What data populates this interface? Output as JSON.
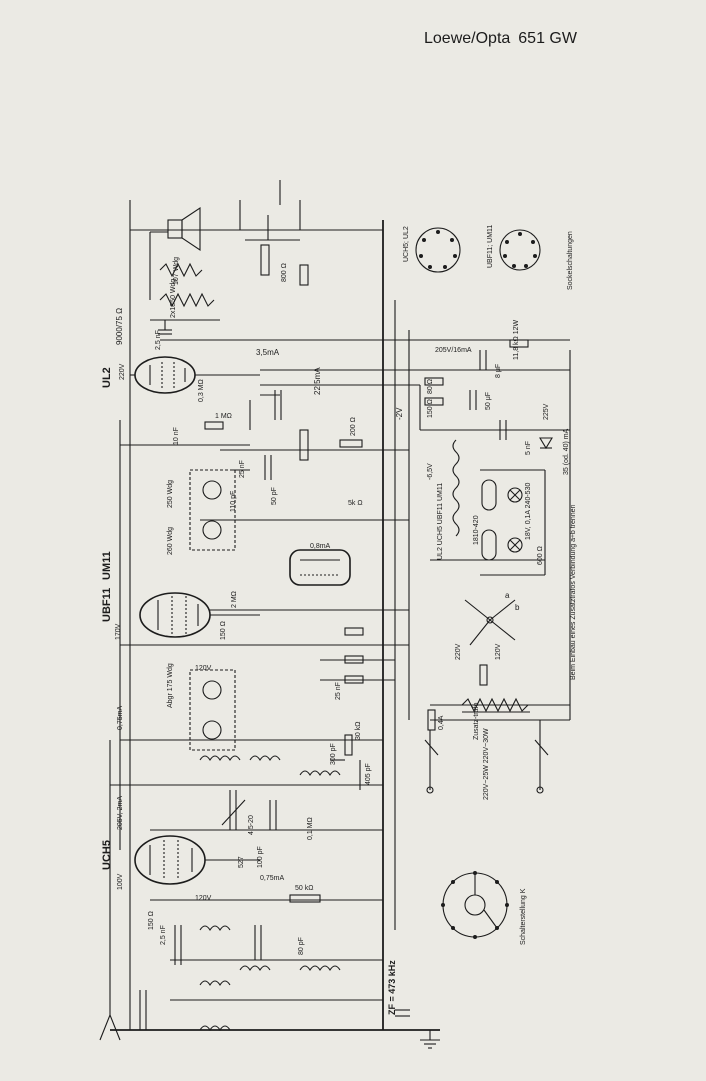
{
  "header": {
    "maker": "Loewe/Opta",
    "model": "651 GW"
  },
  "tubes": {
    "ul2": "UL2",
    "ubf11": "UBF11",
    "um11": "UM11",
    "uch5": "UCH5"
  },
  "labels": {
    "if_freq": "ZF = 473 kHz",
    "socket_title": "Sockelschaltungen",
    "socket_uch5_ul2": "UCH5; UL2",
    "socket_ubf11_um11": "UBF11; UM11",
    "switch_title": "Schalterstellung K",
    "transformer_note": "Beim Einbau eines Zusatztrafos Verbindung a÷b trennen",
    "zusatz_trafo": "Zusatz-trafo",
    "mains_info": "220V~25W  220V~30W",
    "filament_chain": "UL2 UCH5 UBF11 UM11",
    "dial_lamps": "18V, 0,1A  240-530",
    "lamp_range": "1810-420",
    "rectifier_note": "35 (od. 40) mA",
    "voltage_225": "225V",
    "voltage_220": "220V",
    "voltage_205": "205V, 2mA",
    "voltage_205b": "205V/16mA",
    "voltage_170": "170V",
    "voltage_120": "120V",
    "voltage_120b": "120V",
    "voltage_100": "100V",
    "voltage_neg2": "-2V",
    "voltage_neg65": "-6,5V",
    "current_35": "3,5mA",
    "current_225": "22,5mA",
    "current_08": "0,8mA",
    "current_075": "0,75mA",
    "current_075b": "0,75mA",
    "r_9000": "9000/75 Ω",
    "r_107": "107 Wdg",
    "r_2x1850": "2x1850 Wdg",
    "r_118k": "11,8 kΩ 12W",
    "r_800": "800 Ω",
    "r_150": "150 Ω",
    "r_80": "80 Ω",
    "r_600": "600 Ω",
    "r_5k": "5k Ω",
    "r_200": "200 Ω",
    "r_1m": "1 MΩ",
    "r_03m": "0,3 MΩ",
    "r_2m": "2 MΩ",
    "r_01m": "0,1 MΩ",
    "r_50k": "50 kΩ",
    "r_30k": "30 kΩ",
    "r_150b": "150 Ω",
    "c_25nf": "2,5 nF",
    "c_10nf": "10 nF",
    "c_25nf2": "25 nF",
    "c_50pf": "50 pF",
    "c_110pf": "110 pF",
    "c_8uf": "8 μF",
    "c_50uf": "50 μF",
    "c_5nf": "5 nF",
    "c_300pf": "300 pF",
    "c_100pf": "100 pF",
    "c_405pf": "405 pF",
    "c_80pf": "80 pF",
    "c_527": "527",
    "c_4520": "4,5-20",
    "w_260": "260 Wdg",
    "w_250": "250 Wdg",
    "w_175": "Abgr 175 Wdg",
    "fuse": "0,4A",
    "switch_a": "a",
    "switch_b": "b"
  }
}
